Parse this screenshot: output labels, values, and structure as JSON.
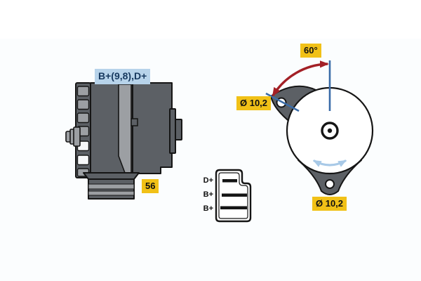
{
  "colors": {
    "canvas_top": "#ffffff",
    "canvas_main": "#fbfdfe",
    "outline": "#151515",
    "body_dark": "#5c6065",
    "body_light": "#9c9fa3",
    "part_white": "#f7f8f9",
    "label_yellow_bg": "#f1c117",
    "label_text": "#101010",
    "label_blue_bg": "#b7d3ea",
    "label_blue_text": "#17395f",
    "arrow_red": "#a32026",
    "line_blue": "#3a6ca8",
    "arrow_light_blue": "#a8c9e7"
  },
  "side_view": {
    "top_label": "B+(9,8),D+",
    "bottom_label": "56"
  },
  "connector": {
    "pin_labels": [
      "D+",
      "B+",
      "B+"
    ]
  },
  "front_view": {
    "angle_label": "60°",
    "upper_hole_label": "Ø 10,2",
    "lower_hole_label": "Ø 10,2"
  }
}
